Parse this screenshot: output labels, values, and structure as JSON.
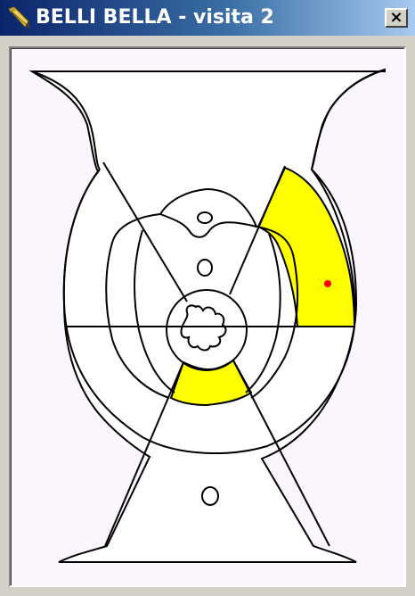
{
  "window": {
    "title": "BELLI BELLA - visita 2",
    "close_label": "×"
  },
  "icons": {
    "app": "pen-icon",
    "close": "close-icon"
  },
  "diagram": {
    "background_color": "#fbf6fd",
    "region_color": "#ffffff",
    "highlight_color": "#ffff00",
    "marker_color": "#ff0000",
    "line_color": "#000000",
    "highlighted_regions": [
      "upper-right-lateral-sector",
      "lower-center-ring-sector"
    ],
    "markers": 1
  }
}
